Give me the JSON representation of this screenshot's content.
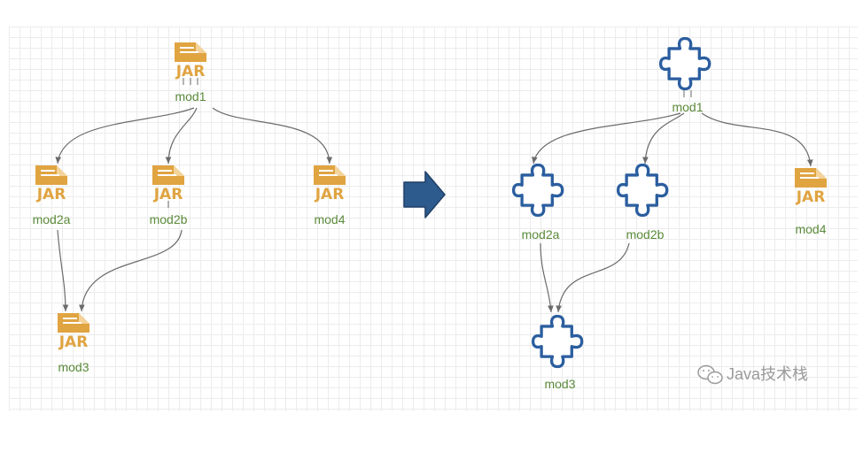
{
  "left_diagram": {
    "nodes": [
      {
        "label": "mod1",
        "icon": "jar-icon"
      },
      {
        "label": "mod2a",
        "icon": "jar-icon"
      },
      {
        "label": "mod2b",
        "icon": "jar-icon"
      },
      {
        "label": "mod4",
        "icon": "jar-icon"
      },
      {
        "label": "mod3",
        "icon": "jar-icon"
      }
    ],
    "edges": [
      [
        "mod1",
        "mod2a"
      ],
      [
        "mod1",
        "mod2b"
      ],
      [
        "mod1",
        "mod4"
      ],
      [
        "mod2a",
        "mod3"
      ],
      [
        "mod2b",
        "mod3"
      ]
    ]
  },
  "right_diagram": {
    "nodes": [
      {
        "label": "mod1",
        "icon": "puzzle-icon"
      },
      {
        "label": "mod2a",
        "icon": "puzzle-icon"
      },
      {
        "label": "mod2b",
        "icon": "puzzle-icon"
      },
      {
        "label": "mod4",
        "icon": "jar-icon"
      },
      {
        "label": "mod3",
        "icon": "puzzle-icon"
      }
    ],
    "edges": [
      [
        "mod1",
        "mod2a"
      ],
      [
        "mod1",
        "mod2b"
      ],
      [
        "mod1",
        "mod4"
      ],
      [
        "mod2a",
        "mod3"
      ],
      [
        "mod2b",
        "mod3"
      ]
    ]
  },
  "jar_text": "JAR",
  "arrow_icon": "right-arrow-icon",
  "watermark": {
    "text": "Java技术栈",
    "icon": "wechat-icon"
  },
  "colors": {
    "jar": "#e0a441",
    "puzzle": "#2b5e9f",
    "label": "#5a8a3a",
    "edge": "#6b6b6b",
    "arrow_fill": "#2d5b8e",
    "arrow_stroke": "#1f3f66"
  }
}
